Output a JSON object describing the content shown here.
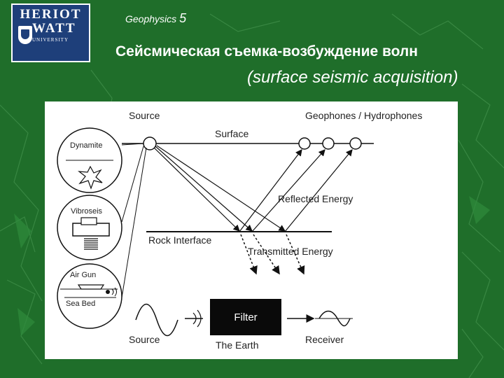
{
  "header": {
    "course": "Geophysics",
    "page_number": "5",
    "title_ru": "Сейсмическая съемка-возбуждение волн",
    "title_en": "(surface seismic acquisition)"
  },
  "logo": {
    "line1": "HERIOT",
    "line2": "WATT",
    "line3": "UNIVERSITY"
  },
  "diagram": {
    "source_label": "Source",
    "surface_label": "Surface",
    "receivers_label": "Geophones / Hydrophones",
    "reflected_label": "Reflected Energy",
    "interface_label": "Rock Interface",
    "transmitted_label": "Transmitted Energy",
    "sources": {
      "dynamite": "Dynamite",
      "vibroseis": "Vibroseis",
      "airgun": "Air Gun",
      "seabed": "Sea Bed"
    },
    "bottom": {
      "source": "Source",
      "filter": "Filter",
      "earth": "The Earth",
      "receiver": "Receiver"
    }
  },
  "colors": {
    "background": "#1f6e2a",
    "logo_blue": "#1e3f7a"
  }
}
